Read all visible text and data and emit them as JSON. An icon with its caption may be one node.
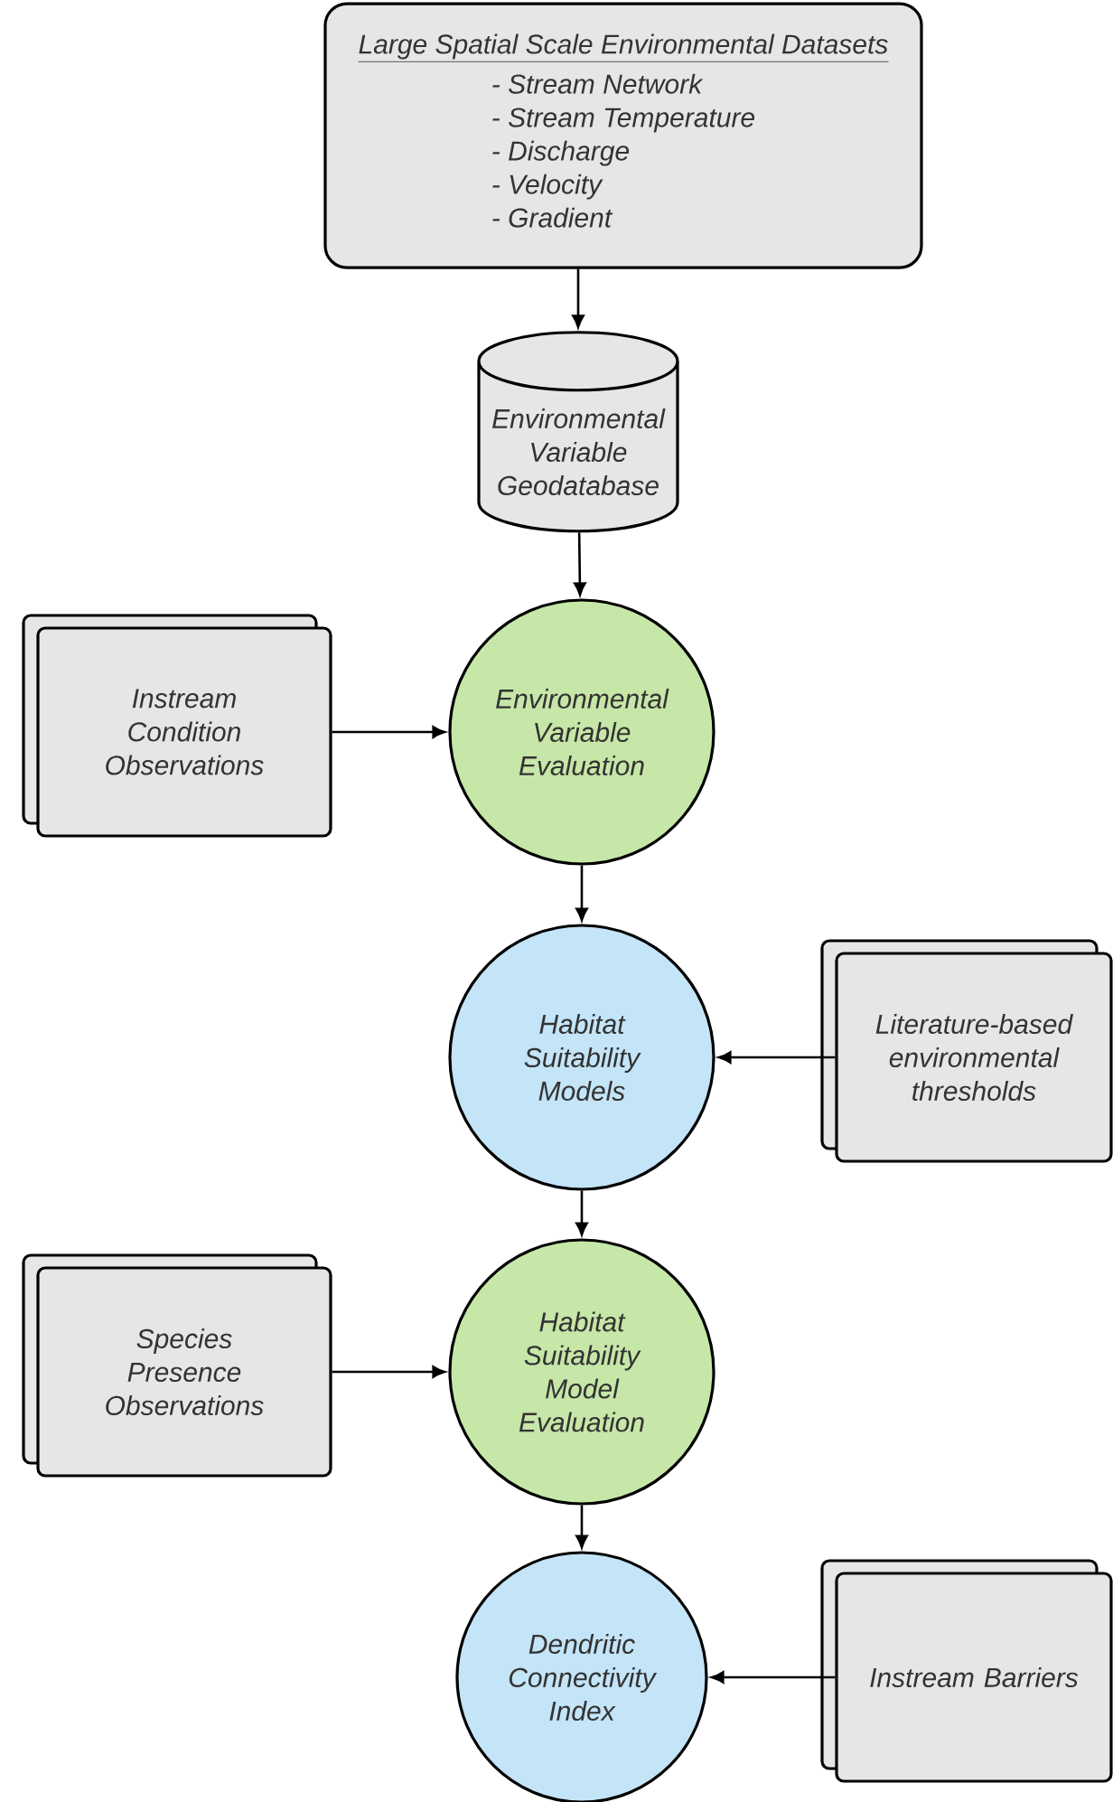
{
  "diagram": {
    "nodes": [
      {
        "text": [
          "Large Spatial Scale Environmental Datasets",
          "- Stream Network",
          "- Stream Temperature",
          "- Discharge",
          "- Velocity",
          "- Gradient"
        ]
      },
      {
        "text": [
          "Environmental Variable Geodatabase"
        ]
      },
      {
        "text": [
          "Environmental Variable Evaluation"
        ]
      },
      {
        "text": [
          "Instream Condition Observations"
        ]
      },
      {
        "text": [
          "Habitat Suitability Models"
        ]
      },
      {
        "text": [
          "Literature-based environmental thresholds"
        ]
      },
      {
        "text": [
          "Habitat Suitability Model Evaluation"
        ]
      },
      {
        "text": [
          "Species Presence Observations"
        ]
      },
      {
        "text": [
          "Dendritic Connectivity Index"
        ]
      },
      {
        "text": [
          "Instream Barriers"
        ]
      }
    ],
    "edges": [
      {
        "from": 0,
        "to": 1,
        "arrow": "to"
      },
      {
        "from": 1,
        "to": 2,
        "arrow": "to"
      },
      {
        "from": 3,
        "to": 2,
        "arrow": "to"
      },
      {
        "from": 2,
        "to": 4,
        "arrow": "to"
      },
      {
        "from": 5,
        "to": 4,
        "arrow": "to"
      },
      {
        "from": 4,
        "to": 6,
        "arrow": "to"
      },
      {
        "from": 7,
        "to": 6,
        "arrow": "to"
      },
      {
        "from": 6,
        "to": 8,
        "arrow": "to"
      },
      {
        "from": 9,
        "to": 8,
        "arrow": "to"
      }
    ]
  }
}
